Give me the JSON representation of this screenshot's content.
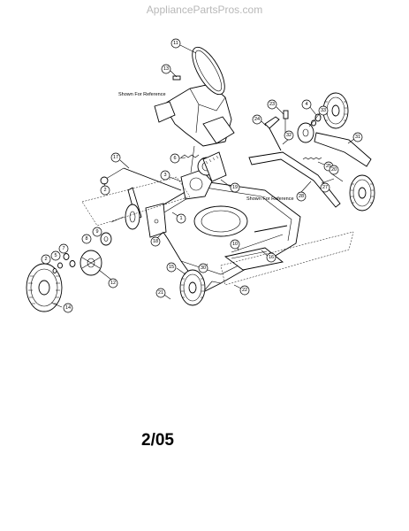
{
  "watermark": "AppliancePartsPros.com",
  "date_code": "2/05",
  "reference_labels": [
    "Shown For Reference",
    "Shown For Reference"
  ],
  "callouts": [
    "11",
    "13",
    "23",
    "24",
    "4",
    "33",
    "3",
    "31",
    "17",
    "6",
    "25",
    "19",
    "32",
    "28",
    "20",
    "27",
    "2",
    "1",
    "18",
    "9",
    "8",
    "7",
    "5",
    "2",
    "12",
    "16",
    "15",
    "30",
    "21",
    "22",
    "14",
    "10"
  ]
}
